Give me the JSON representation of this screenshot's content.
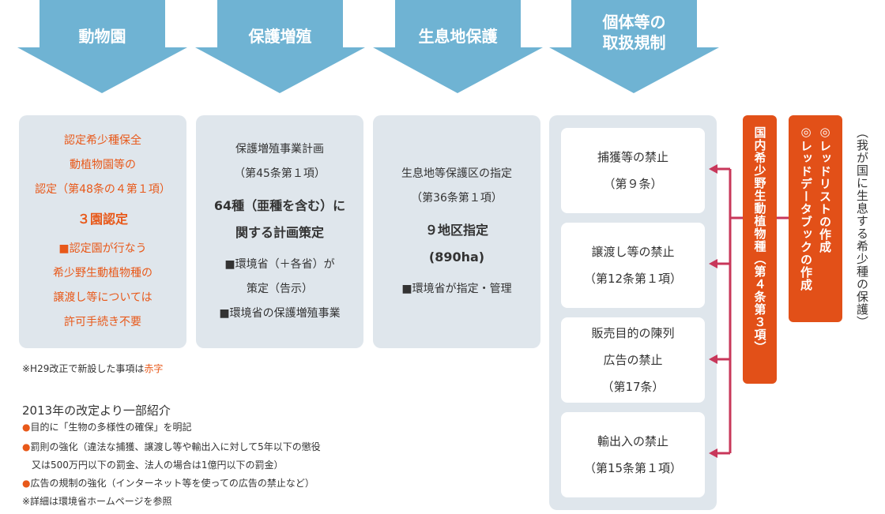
{
  "arrows": [
    {
      "title": "動物園"
    },
    {
      "title": "保護増殖"
    },
    {
      "title": "生息地保護"
    },
    {
      "title_line1": "個体等の",
      "title_line2": "取扱規制"
    }
  ],
  "zoo_box": {
    "l1": "認定希少種保全",
    "l2": "動植物園等の",
    "l3": "認定（第48条の４第１項）",
    "big": "３園認定",
    "l4": "■認定園が行なう",
    "l5": "希少野生動植物種の",
    "l6": "譲渡し等については",
    "l7": "許可手続き不要"
  },
  "breeding_box": {
    "l1": "保護増殖事業計画",
    "l2": "（第45条第１項）",
    "big1": "64種（亜種を含む）に",
    "big2": "関する計画策定",
    "l3": "■環境省（＋各省）が",
    "l4": "策定（告示）",
    "l5": "■環境省の保護増殖事業"
  },
  "habitat_box": {
    "l1": "生息地等保護区の指定",
    "l2": "（第36条第１項）",
    "big1": "９地区指定",
    "big2": "(890ha)",
    "l3": "■環境省が指定・管理"
  },
  "regulation_cards": [
    {
      "l1": "捕獲等の禁止",
      "l2": "（第９条）"
    },
    {
      "l1": "譲渡し等の禁止",
      "l2": "（第12条第１項）"
    },
    {
      "l1": "販売目的の陳列",
      "l2": "広告の禁止",
      "l3": "（第17条）"
    },
    {
      "l1": "輸出入の禁止",
      "l2": "（第15条第１項）"
    }
  ],
  "species_box": {
    "text": "国内希少野生動植物種",
    "ref": "（第４条第３項）"
  },
  "redlist_box": {
    "l1": "◎レッドリストの作成",
    "l2": "◎レッドデータブックの作成"
  },
  "side_label": "（我が国に生息する希少種の保護）",
  "note": {
    "prefix": "※H29改正で新設した事項は",
    "accent": "赤字"
  },
  "revision": {
    "title": "2013年の改定より一部紹介",
    "items": [
      "目的に「生物の多様性の確保」を明記",
      "罰則の強化（違法な捕獲、譲渡し等や輸出入に対して5年以下の懲役",
      "又は500万円以下の罰金、法人の場合は1億円以下の罰金）",
      "広告の規制の強化（インターネット等を使っての広告の禁止など）"
    ],
    "bullet": "●",
    "footer": "※詳細は環境省ホームページを参照"
  },
  "colors": {
    "arrow": "#6fb3d3",
    "box": "#dfe6ec",
    "accent": "#e8591a",
    "orange_box": "#e25018",
    "connector": "#c8375a"
  }
}
